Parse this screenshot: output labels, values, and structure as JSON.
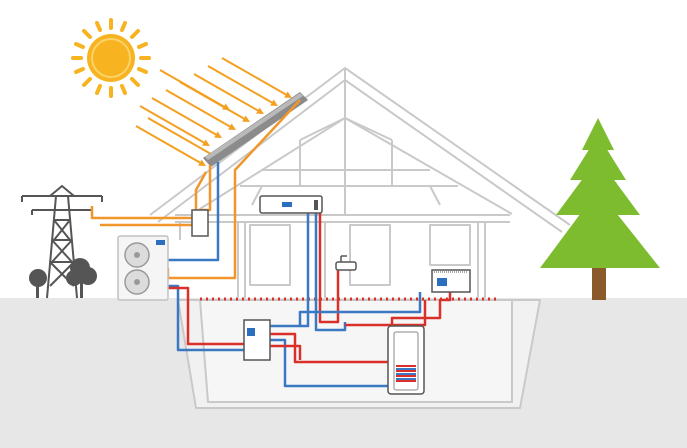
{
  "diagram": {
    "colors": {
      "ground": "#e7e7e7",
      "house_line": "#c9c9c9",
      "sun": "#f7b320",
      "rays": "#f3a021",
      "pipe_hot": "#d9312a",
      "pipe_cold": "#3a78c2",
      "pipe_solar": "#f0962a",
      "tree": "#7dbb2f",
      "trunk": "#8a5a2b",
      "pylon": "#555555",
      "brand": "#2a6fc0"
    },
    "components": {
      "sun": "sun-icon",
      "solar_panel": "solar-panel-icon",
      "power_pylon": "power-pylon-icon",
      "heat_pump_outdoor": "heat-pump-outdoor-unit",
      "inverter": "inverter-box",
      "indoor_ac": "indoor-ac-unit",
      "washbasin": "washbasin-icon",
      "wall_unit": "wall-control-unit",
      "hydro_module": "hydro-module-unit",
      "storage_tank": "hot-water-tank",
      "underfloor_heating": "underfloor-heating-loop",
      "tree": "pine-tree-icon"
    }
  }
}
